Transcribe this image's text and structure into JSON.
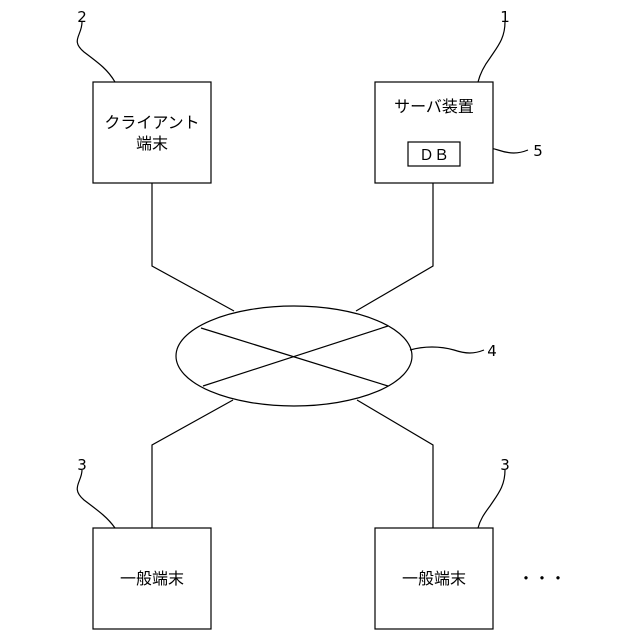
{
  "nodes": {
    "client": {
      "ref": "2",
      "line1": "クライアント",
      "line2": "端末"
    },
    "server": {
      "ref": "1",
      "label": "サーバ装置",
      "db_label": "ＤＢ",
      "db_ref": "5"
    },
    "network": {
      "ref": "4"
    },
    "terminal_left": {
      "ref": "3",
      "label": "一般端末"
    },
    "terminal_right": {
      "ref": "3",
      "label": "一般端末"
    },
    "ellipsis": "・・・"
  }
}
